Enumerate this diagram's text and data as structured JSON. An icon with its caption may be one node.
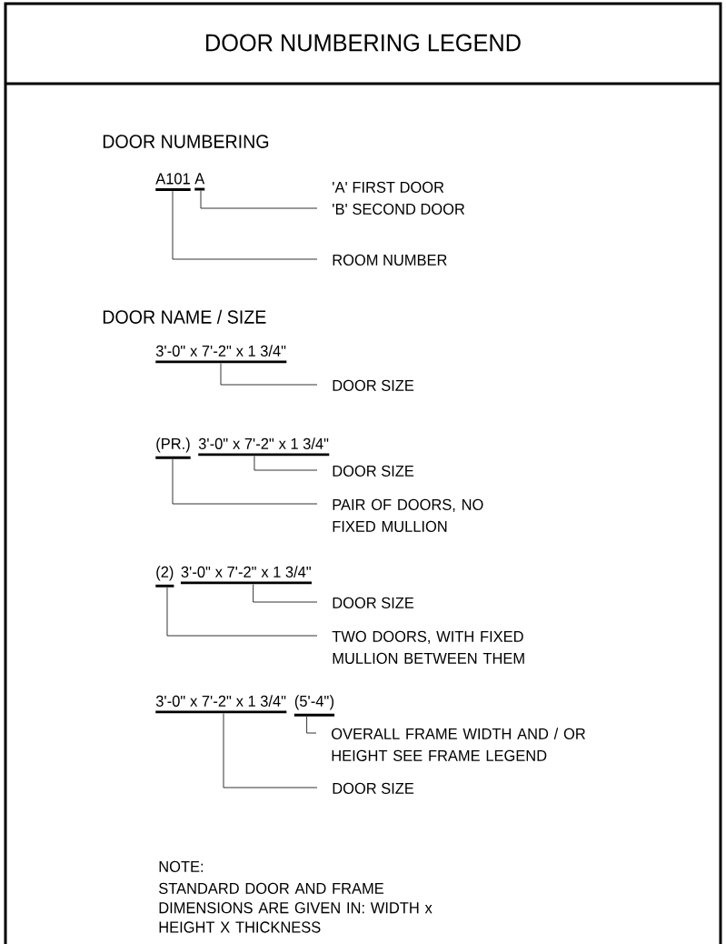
{
  "diagram": {
    "title": "DOOR NUMBERING LEGEND",
    "nodes": [
      {
        "text": [
          "A101"
        ]
      },
      {
        "text": [
          "A"
        ]
      },
      {
        "text": [
          "'A' FIRST DOOR",
          "'B' SECOND DOOR"
        ]
      },
      {
        "text": [
          "ROOM NUMBER"
        ]
      },
      {
        "text": [
          "3'-0\" x 7'-2\" x 1 3/4\""
        ]
      },
      {
        "text": [
          "DOOR SIZE"
        ]
      },
      {
        "text": [
          "(PR.)"
        ]
      },
      {
        "text": [
          "3'-0\" x 7'-2\" x 1 3/4\""
        ]
      },
      {
        "text": [
          "DOOR SIZE"
        ]
      },
      {
        "text": [
          "PAIR OF DOORS, NO FIXED MULLION"
        ]
      },
      {
        "text": [
          "(2)"
        ]
      },
      {
        "text": [
          "3'-0\" x 7'-2\" x 1 3/4\""
        ]
      },
      {
        "text": [
          "DOOR SIZE"
        ]
      },
      {
        "text": [
          "TWO DOORS, WITH FIXED MULLION BETWEEN THEM"
        ]
      },
      {
        "text": [
          "3'-0\" x 7'-2\" x 1 3/4\""
        ]
      },
      {
        "text": [
          "(5'-4\")"
        ]
      },
      {
        "text": [
          "OVERALL FRAME WIDTH AND / OR HEIGHT SEE FRAME LEGEND"
        ]
      },
      {
        "text": [
          "DOOR SIZE"
        ]
      }
    ],
    "edges": [
      {
        "from": 1,
        "to": 2,
        "arrow": "none"
      },
      {
        "from": 0,
        "to": 3,
        "arrow": "none"
      },
      {
        "from": 4,
        "to": 5,
        "arrow": "none"
      },
      {
        "from": 7,
        "to": 8,
        "arrow": "none"
      },
      {
        "from": 6,
        "to": 9,
        "arrow": "none"
      },
      {
        "from": 11,
        "to": 12,
        "arrow": "none"
      },
      {
        "from": 10,
        "to": 13,
        "arrow": "none"
      },
      {
        "from": 15,
        "to": 16,
        "arrow": "none"
      },
      {
        "from": 14,
        "to": 17,
        "arrow": "none"
      }
    ],
    "labels": [
      "DOOR NUMBERING",
      "DOOR NAME / SIZE",
      "NOTE:",
      "STANDARD DOOR AND FRAME DIMENSIONS ARE GIVEN IN: WIDTH x HEIGHT X THICKNESS"
    ]
  }
}
